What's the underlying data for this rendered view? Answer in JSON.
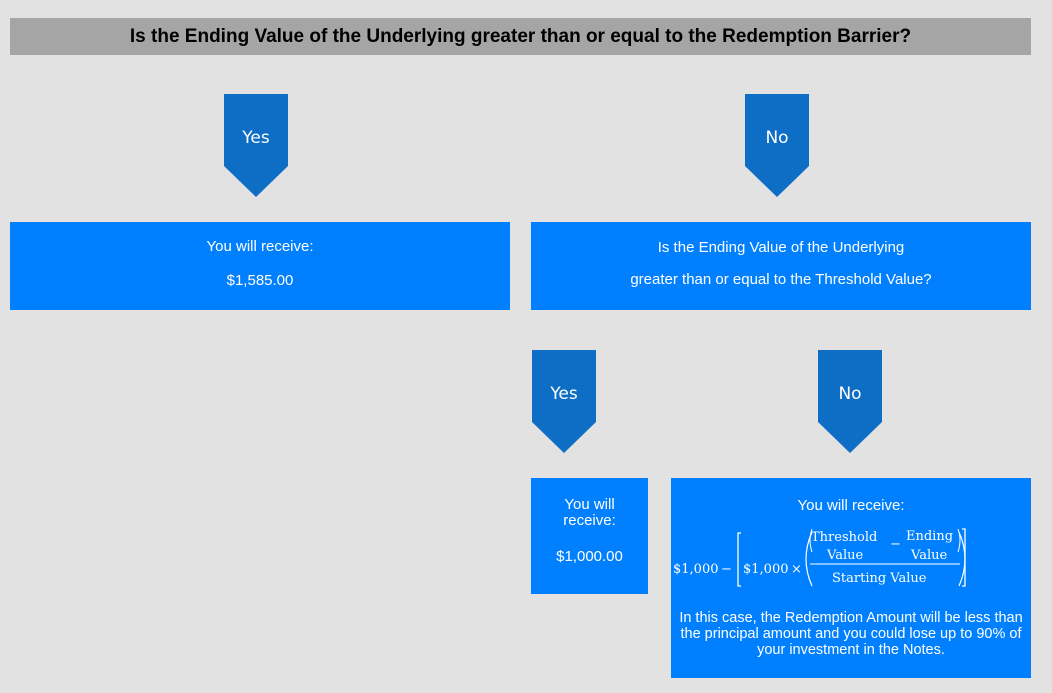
{
  "header": {
    "question": "Is the Ending Value of the Underlying greater than or equal to the Redemption Barrier?"
  },
  "branch1": {
    "yes_label": "Yes",
    "no_label": "No",
    "yes_box": {
      "line1": "You will receive:",
      "amount": "$1,585.00"
    },
    "no_box": {
      "line1": "Is the Ending Value of the Underlying",
      "line2": "greater than or equal to the Threshold Value?"
    }
  },
  "branch2": {
    "yes_label": "Yes",
    "no_label": "No",
    "yes_box": {
      "line1": "You will receive:",
      "amount": "$1,000.00"
    },
    "no_box": {
      "line1": "You will receive:",
      "formula": {
        "principal": "$1,000",
        "minus": "−",
        "principal2": "$1,000",
        "times": "×",
        "threshold_top": "Threshold",
        "threshold_bottom": "Value",
        "diff_minus": "−",
        "ending_top": "Ending",
        "ending_bottom": "Value",
        "denominator": "Starting Value"
      },
      "note": "In this case, the Redemption Amount will be less than the principal amount and you could lose up to 90% of your investment in the Notes."
    }
  },
  "colors": {
    "arrow": "#0e6ec6",
    "box": "#0080ff",
    "header": "#a5a5a5",
    "background": "#e2e2e2"
  }
}
